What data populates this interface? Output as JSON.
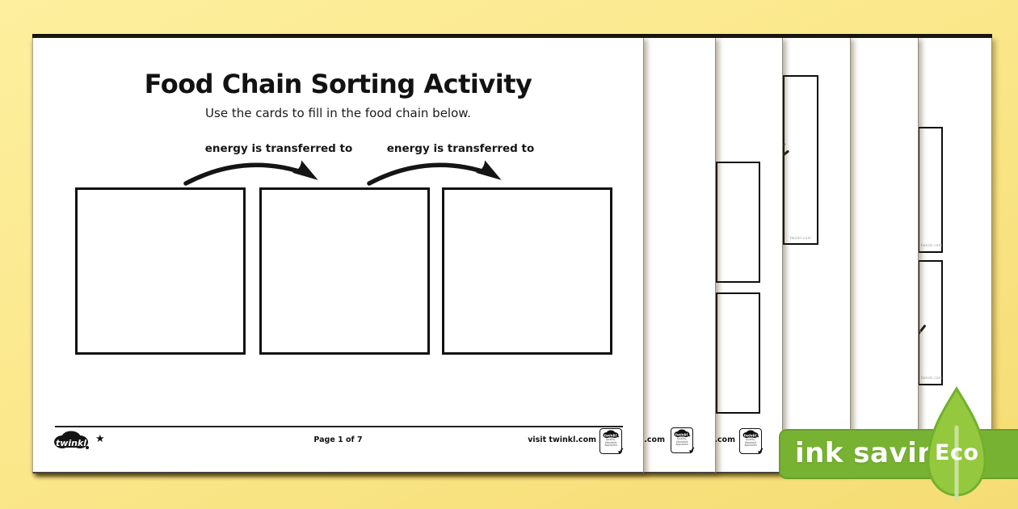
{
  "worksheet": {
    "title": "Food Chain Sorting Activity",
    "instruction": "Use the cards to fill in the food chain below.",
    "arrow_label": "energy is transferred to",
    "sorting_box_count": 3
  },
  "footer": {
    "logo_text": "twinkl",
    "star": "★",
    "page_indicator": "Page 1 of 7",
    "visit_text": "visit twinkl.com",
    "badge": {
      "logo_text": "twinkl",
      "line1": "Quality, Standard",
      "line2": "Approved",
      "check": "✔"
    }
  },
  "stack": {
    "watermark": "twinkl.com",
    "pages": [
      {
        "footer_text": "nkl.com"
      },
      {
        "footer_text": "nkl.com"
      }
    ]
  },
  "eco_banner": {
    "label": "ink saving",
    "badge_text": "Eco"
  },
  "colors": {
    "background_yellow": "#fbe88c",
    "banner_green": "#78b232",
    "leaf_green": "#94c83e",
    "leaf_stem": "#cde5a4",
    "page_white": "#ffffff",
    "ink_black": "#141414"
  }
}
